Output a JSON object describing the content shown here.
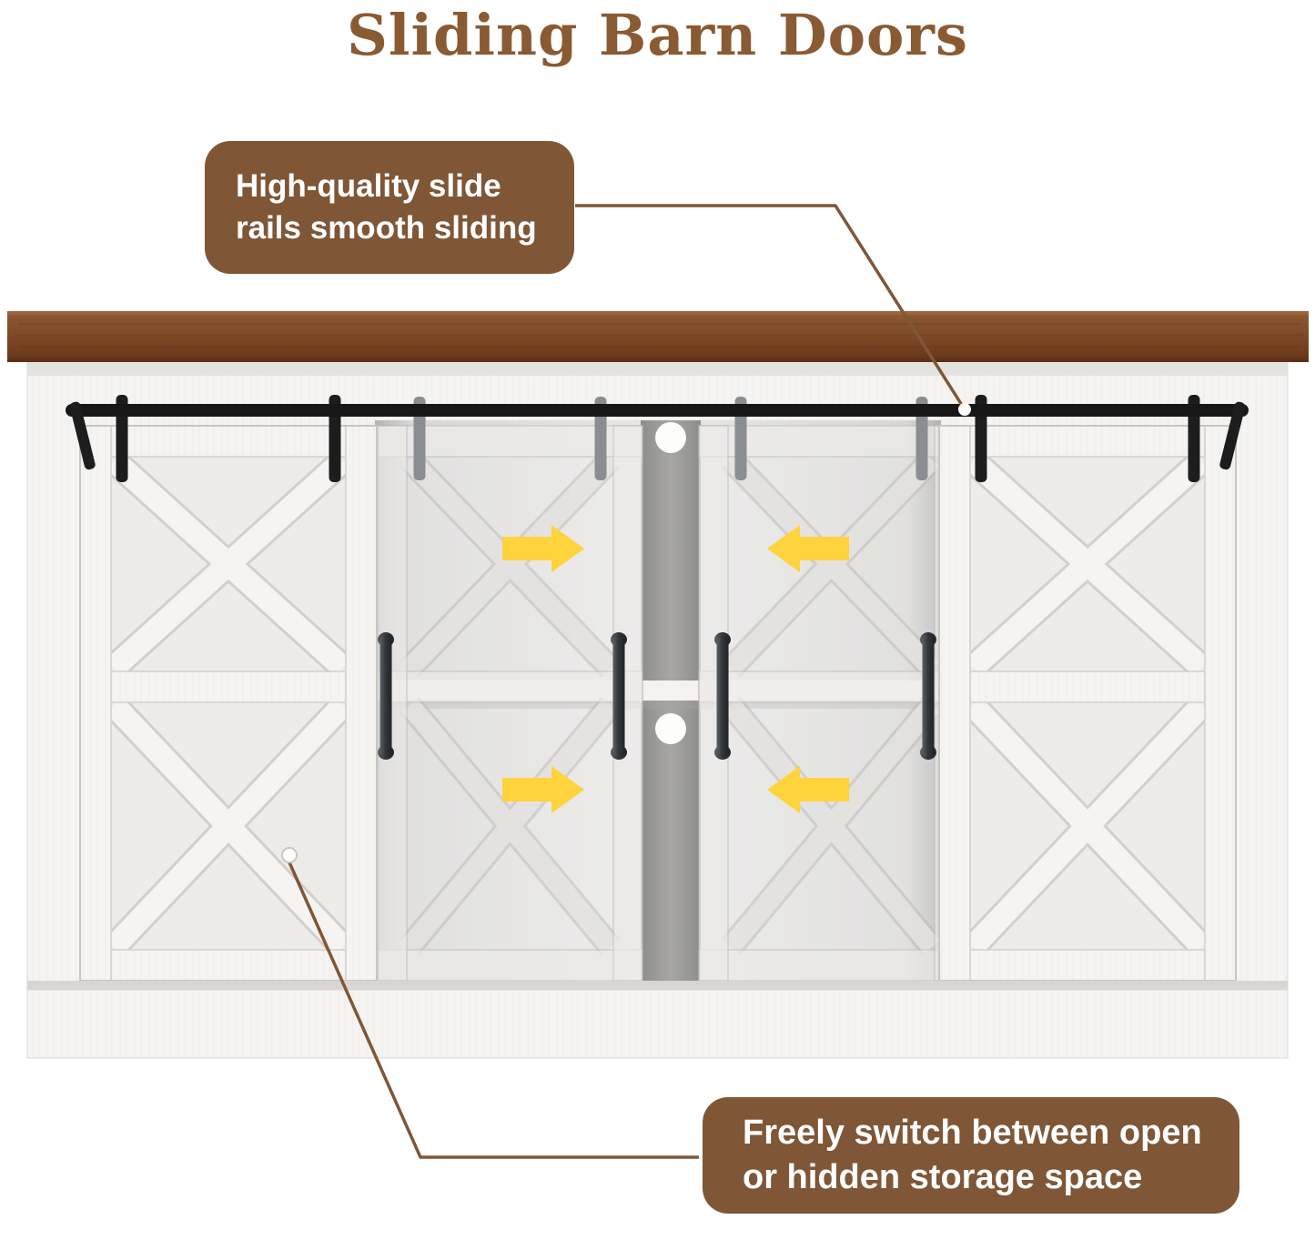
{
  "page": {
    "title": "Sliding Barn Doors"
  },
  "callouts": {
    "top": {
      "line1": "High-quality slide",
      "line2": "rails smooth sliding"
    },
    "bottom": {
      "line1": "Freely switch between open",
      "line2": "or hidden storage space"
    }
  },
  "colors": {
    "title_text": "#8a5a33",
    "callout_background": "#7f5636",
    "callout_text": "#ffffff",
    "connector_line": "#7f5636",
    "wood_top": "#7a4523",
    "cabinet_body": "#f5f4f2",
    "interior_gray": "#e9e8e6",
    "slide_rail": "#171717",
    "arrow_yellow": "#ffd33b",
    "handle_dark": "#34373b"
  },
  "icons": {
    "arrows": [
      {
        "name": "arrow-right-icon",
        "direction": "right",
        "meaning": "door slides right"
      },
      {
        "name": "arrow-left-icon",
        "direction": "left",
        "meaning": "door slides left"
      },
      {
        "name": "arrow-right-icon",
        "direction": "right",
        "meaning": "door slides right"
      },
      {
        "name": "arrow-left-icon",
        "direction": "left",
        "meaning": "door slides left"
      }
    ]
  }
}
